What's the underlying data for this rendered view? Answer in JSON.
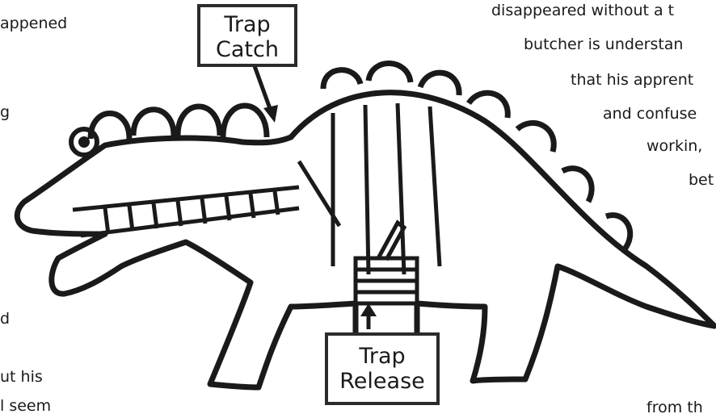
{
  "labels": {
    "trap_catch": [
      "Trap",
      "Catch"
    ],
    "trap_release": [
      "Trap",
      "Release"
    ]
  },
  "text_fragments": {
    "left": [
      "appened",
      "g",
      "d",
      "ut his",
      "l seem"
    ],
    "right": [
      "disappeared without a t",
      "butcher is understan",
      "that his apprent",
      "and confuse",
      "workin,",
      "bet",
      "from th"
    ]
  },
  "colors": {
    "ink": "#1a1a1a",
    "paper": "#ffffff"
  }
}
